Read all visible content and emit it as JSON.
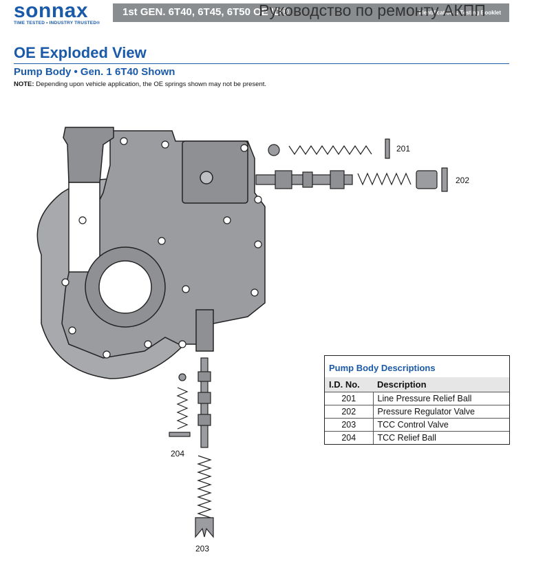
{
  "header": {
    "logo_word": "sonnax",
    "logo_tagline": "TIME TESTED • INDUSTRY TRUSTED®",
    "title": "1st GEN. 6T40, 6T45, 6T50 OE ID®",
    "right_text": "Identification & Testing Booklet",
    "watermark": "Руководство по ремонту АКПП"
  },
  "page": {
    "section_title": "OE Exploded View",
    "subtitle": "Pump Body •  Gen. 1 6T40 Shown",
    "note_label": "NOTE:",
    "note_text": " Depending upon vehicle application, the OE springs shown may not be present."
  },
  "callouts": {
    "c201": "201",
    "c202": "202",
    "c203": "203",
    "c204": "204"
  },
  "descriptions": {
    "title": "Pump Body Descriptions",
    "col_id": "I.D. No.",
    "col_desc": "Description",
    "rows": [
      {
        "id": "201",
        "desc": "Line Pressure Relief Ball"
      },
      {
        "id": "202",
        "desc": "Pressure Regulator Valve"
      },
      {
        "id": "203",
        "desc": "TCC Control Valve"
      },
      {
        "id": "204",
        "desc": "TCC Relief Ball"
      }
    ]
  },
  "colors": {
    "brand_blue": "#1a5aa8",
    "header_gray": "#8a8d90",
    "part_gray": "#9a9ca0"
  }
}
